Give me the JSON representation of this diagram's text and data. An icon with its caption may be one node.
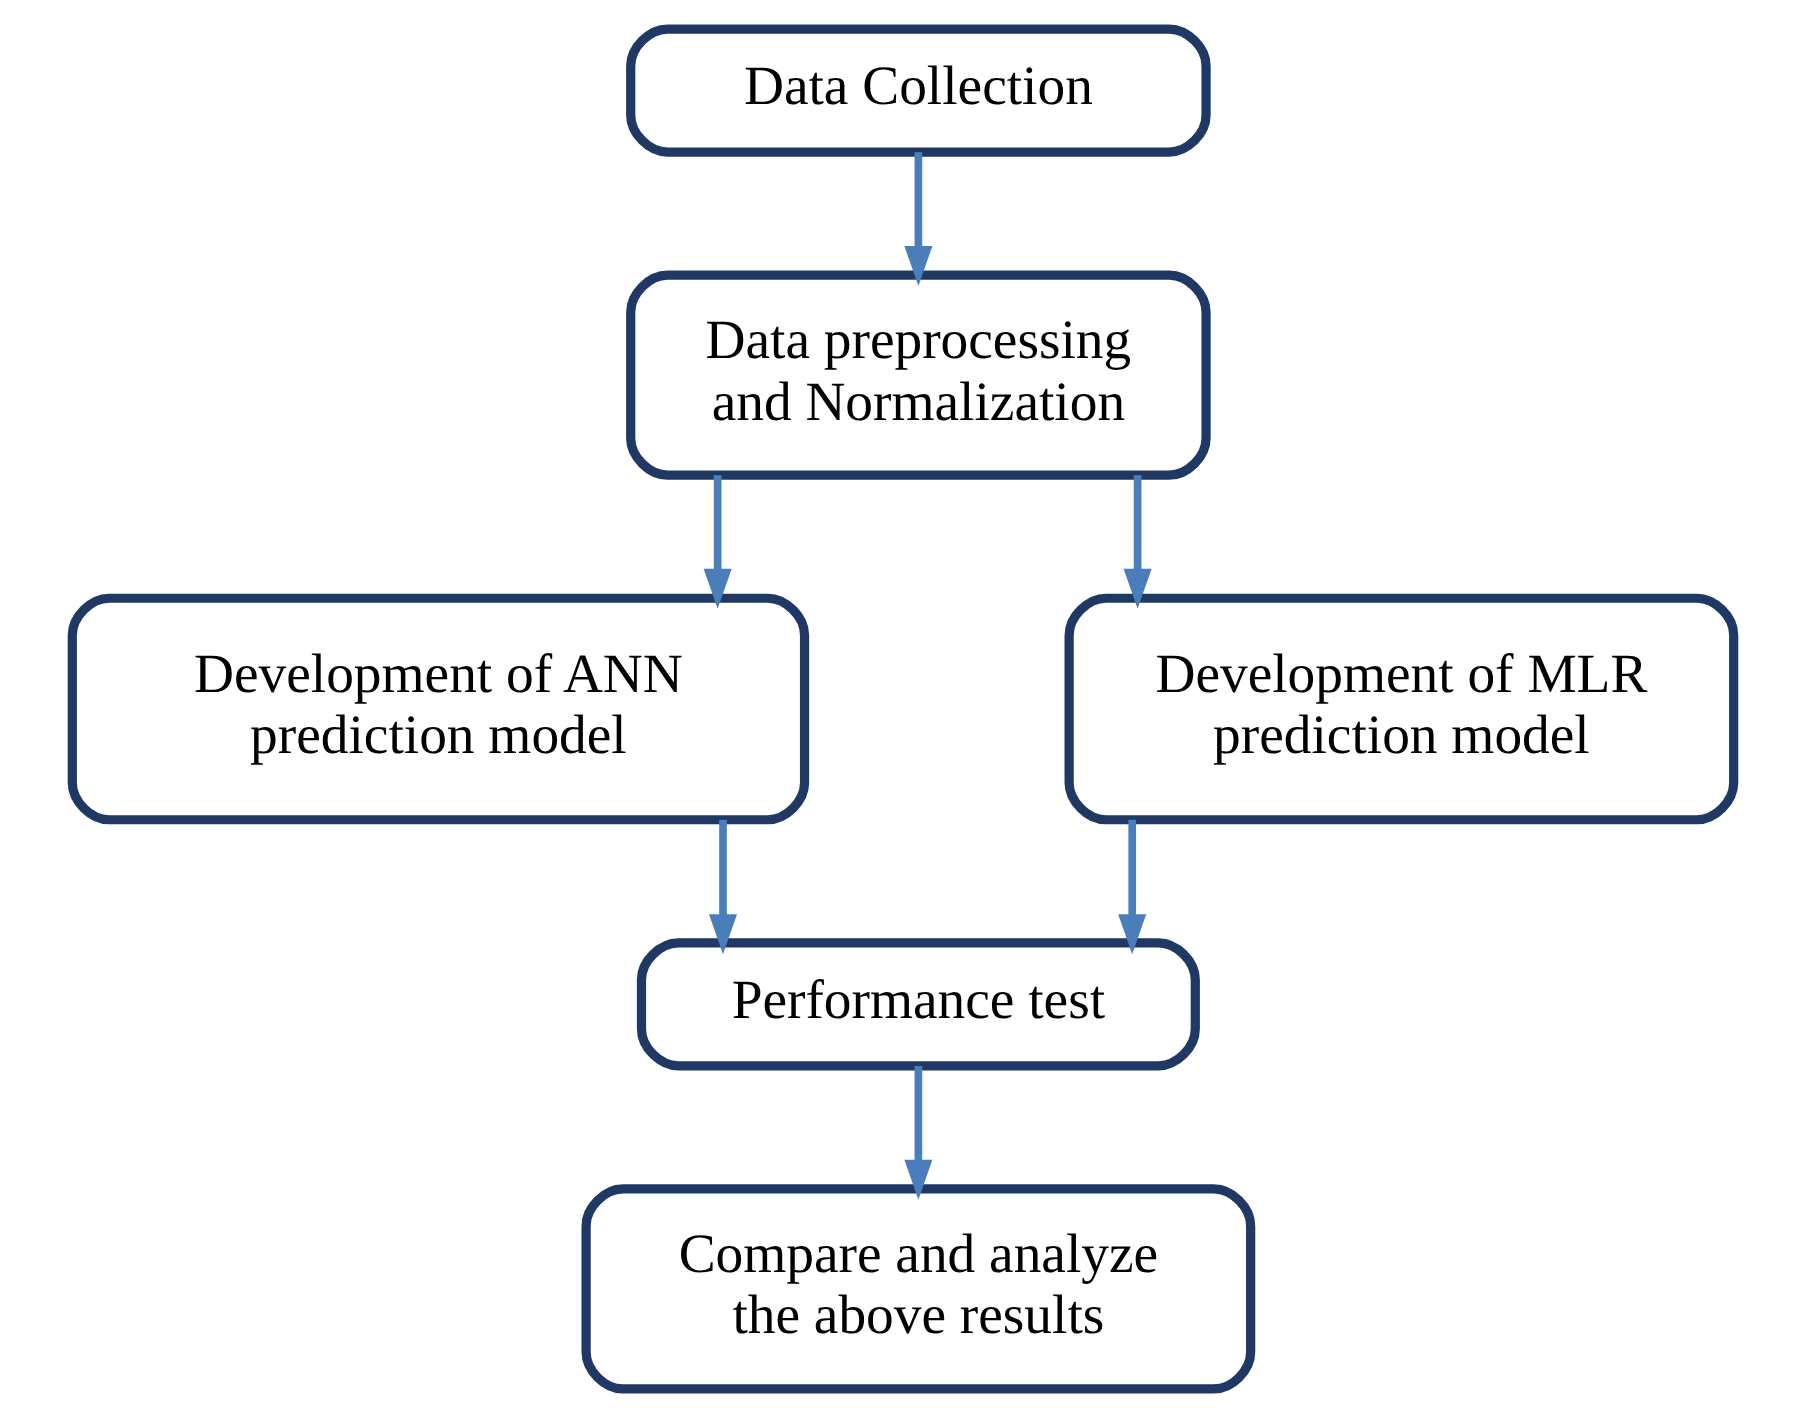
{
  "diagram": {
    "nodes": [
      {
        "text": [
          "Data Collection"
        ]
      },
      {
        "text": [
          "Data preprocessing and Normalization"
        ]
      },
      {
        "text": [
          "Development of ANN prediction model"
        ]
      },
      {
        "text": [
          "Development of MLR prediction model"
        ]
      },
      {
        "text": [
          "Performance test"
        ]
      },
      {
        "text": [
          "Compare and analyze the above results"
        ]
      }
    ],
    "edges": [
      {
        "from": 0,
        "to": 1,
        "arrow": "to"
      },
      {
        "from": 1,
        "to": 2,
        "arrow": "to"
      },
      {
        "from": 1,
        "to": 3,
        "arrow": "to"
      },
      {
        "from": 2,
        "to": 4,
        "arrow": "to"
      },
      {
        "from": 3,
        "to": 4,
        "arrow": "to"
      },
      {
        "from": 4,
        "to": 5,
        "arrow": "to"
      }
    ]
  }
}
